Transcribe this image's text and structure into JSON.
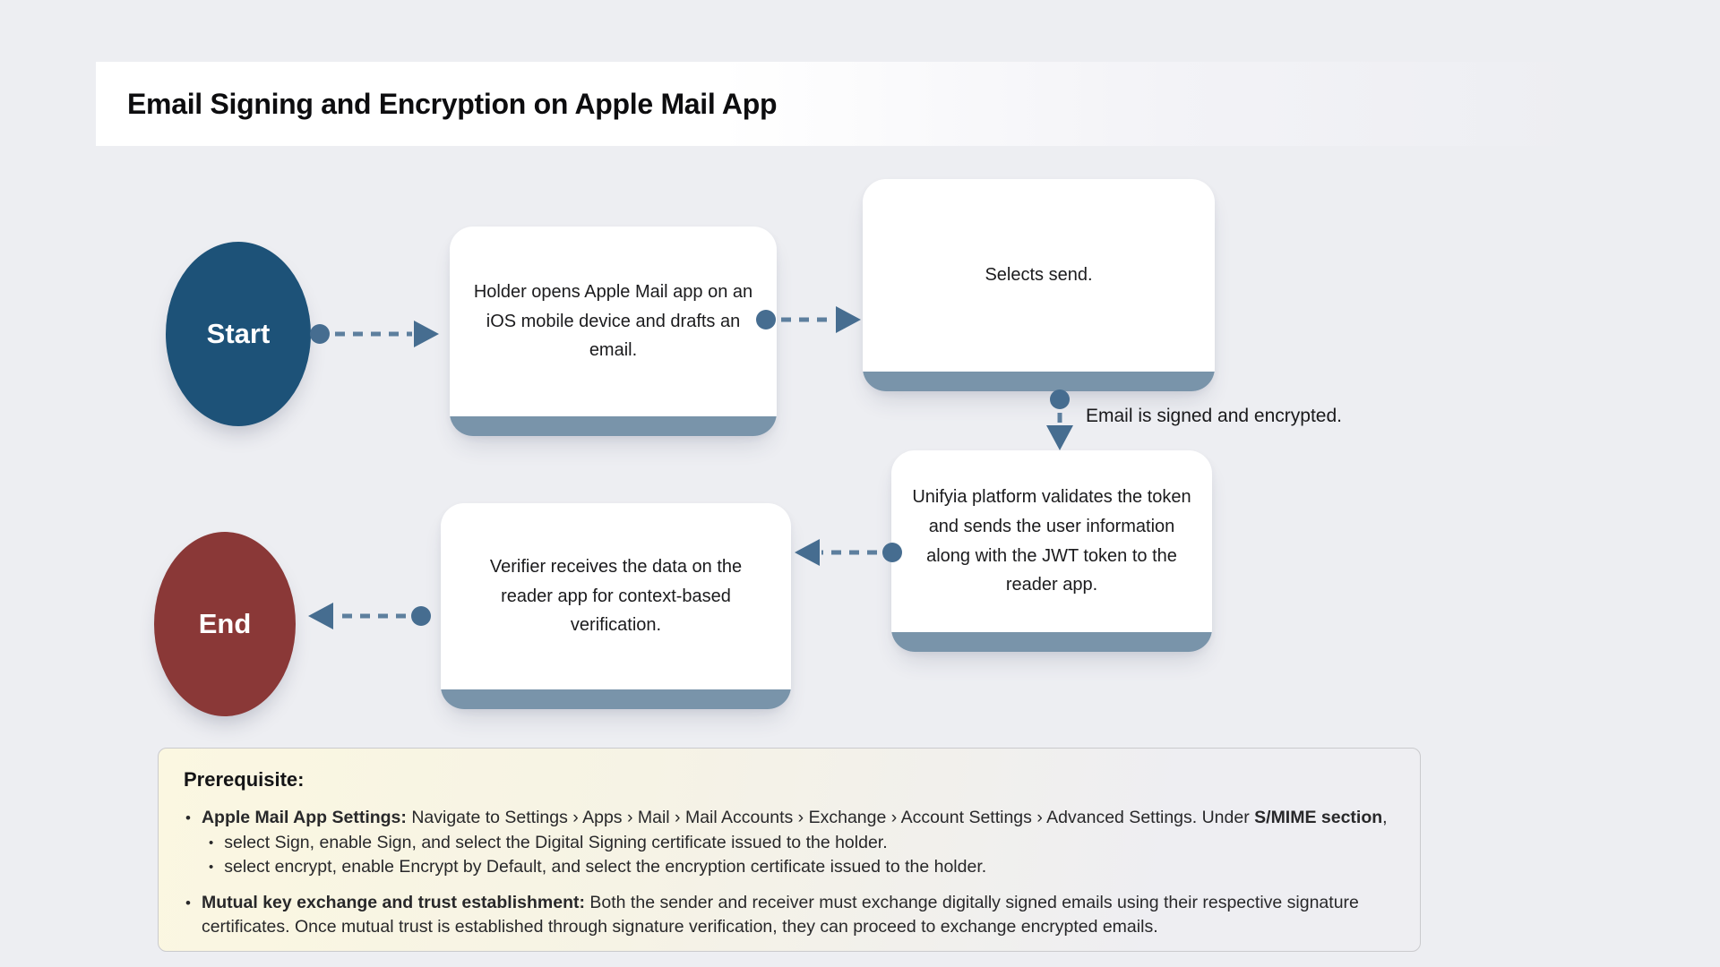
{
  "page": {
    "background": "#edeef2"
  },
  "header": {
    "title": "Email Signing and Encryption on Apple Mail App"
  },
  "flow": {
    "start": {
      "label": "Start",
      "color": "#1d5278"
    },
    "end": {
      "label": "End",
      "color": "#8a3837"
    },
    "bar_color": "#7994aa",
    "arrow": {
      "dot": "#466d90",
      "dash": "#5d7f9e",
      "head": "#466d90"
    },
    "steps": [
      {
        "id": "draft",
        "text": "Holder opens Apple Mail app on an iOS mobile device and drafts an email."
      },
      {
        "id": "send",
        "text": "Selects send."
      },
      {
        "id": "validate",
        "text": "Unifyia platform validates the token and sends the user information along with the JWT token to the reader app."
      },
      {
        "id": "verify",
        "text": "Verifier receives the data on the reader app for context-based verification."
      }
    ],
    "edge_label": "Email  is signed and encrypted."
  },
  "prerequisite": {
    "heading": "Prerequisite:",
    "items": [
      {
        "lead_bold": "Apple Mail App Settings:",
        "text_mid": " Navigate to Settings › Apps › Mail › Mail Accounts › Exchange › Account Settings › Advanced Settings. Under ",
        "bold_2": "S/MIME section",
        "tail": ",",
        "subitems": [
          "select Sign, enable Sign, and select the Digital Signing certificate issued to the holder.",
          "select encrypt, enable Encrypt by Default, and select the encryption certificate issued to the holder."
        ]
      },
      {
        "lead_bold": "Mutual key exchange and trust establishment:",
        "text_mid": " Both the sender and receiver must exchange digitally signed emails using their respective signature certificates. Once mutual trust is established through signature verification, they can proceed to exchange encrypted emails.",
        "bold_2": "",
        "tail": "",
        "subitems": []
      }
    ]
  }
}
